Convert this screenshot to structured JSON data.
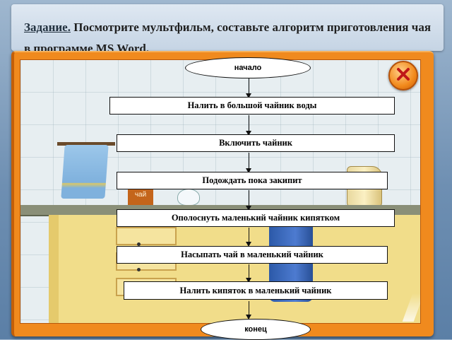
{
  "task": {
    "label": "Задание.",
    "text": " Посмотрите мультфильм, составьте алгоритм приготовления чая в программе MS Word."
  },
  "scene": {
    "tea_jar_label": "чай",
    "close_icon": "close-x-icon",
    "colors": {
      "frame": "#f08a1e",
      "background": "#6e8fb2"
    }
  },
  "flowchart": {
    "start": "начало",
    "steps": [
      "Налить в большой чайник воды",
      "Включить чайник",
      "Подождать пока закипит",
      "Ополоснуть маленький чайник кипятком",
      "Насыпать чай в маленький чайник",
      "Налить кипяток в маленький чайник"
    ],
    "end": "конец"
  }
}
